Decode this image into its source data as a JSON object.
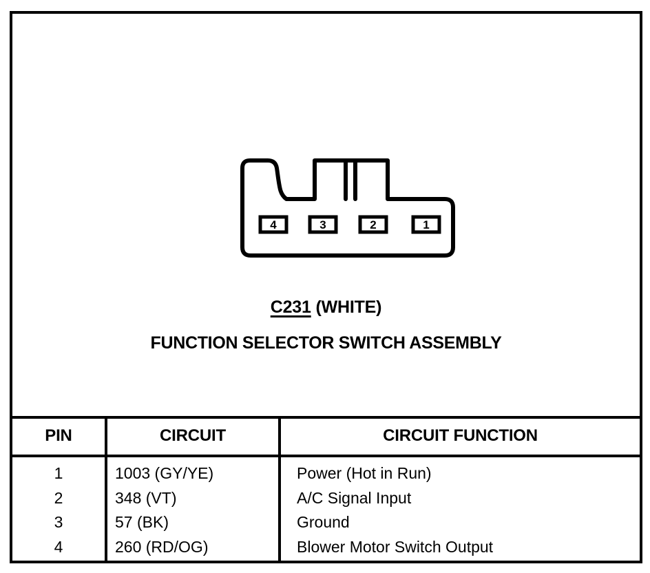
{
  "diagram": {
    "connector_id": "C231",
    "connector_color": "(WHITE)",
    "component_name": "FUNCTION SELECTOR SWITCH ASSEMBLY",
    "connector_graphic": {
      "name": "4-pin connector face view",
      "pin_labels": [
        "4",
        "3",
        "2",
        "1"
      ]
    }
  },
  "table": {
    "headers": {
      "pin": "PIN",
      "circuit": "CIRCUIT",
      "function": "CIRCUIT FUNCTION"
    },
    "rows": [
      {
        "pin": "1",
        "circuit": "1003 (GY/YE)",
        "function": "Power (Hot in Run)"
      },
      {
        "pin": "2",
        "circuit": "348 (VT)",
        "function": "A/C Signal Input"
      },
      {
        "pin": "3",
        "circuit": "57 (BK)",
        "function": "Ground"
      },
      {
        "pin": "4",
        "circuit": "260 (RD/OG)",
        "function": "Blower Motor Switch Output"
      }
    ]
  },
  "colors": {
    "ink": "#000000",
    "paper": "#ffffff"
  }
}
